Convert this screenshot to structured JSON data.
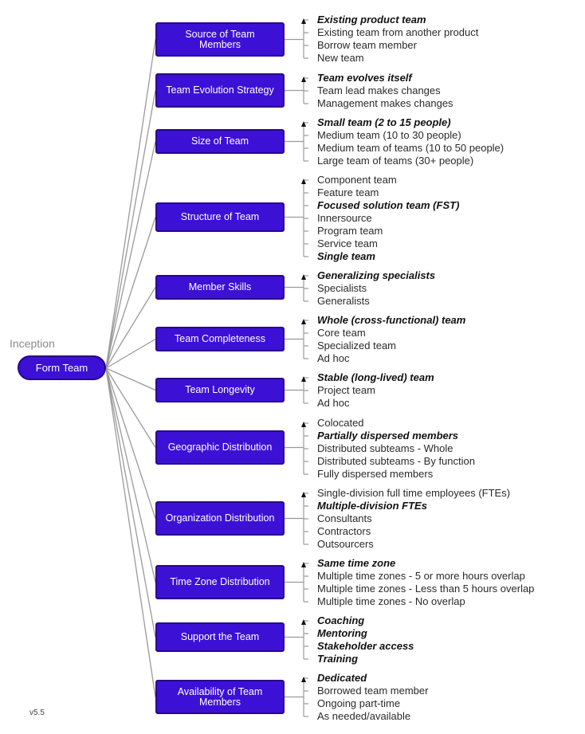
{
  "phase": "Inception",
  "goal": "Form Team",
  "version": "v5.5",
  "colors": {
    "box_fill": "#3d10d6",
    "box_border": "#28048f",
    "connector": "#9a9a9a",
    "phase_text": "#8a8a8a"
  },
  "factors": [
    {
      "label": "Source of Team Members",
      "options": [
        {
          "text": "Existing product team",
          "default": true
        },
        {
          "text": "Existing team from another product",
          "default": false
        },
        {
          "text": "Borrow team member",
          "default": false
        },
        {
          "text": "New team",
          "default": false
        }
      ]
    },
    {
      "label": "Team Evolution Strategy",
      "options": [
        {
          "text": "Team evolves itself",
          "default": true
        },
        {
          "text": "Team lead makes changes",
          "default": false
        },
        {
          "text": "Management makes changes",
          "default": false
        }
      ]
    },
    {
      "label": "Size of Team",
      "options": [
        {
          "text": "Small team (2 to 15 people)",
          "default": true
        },
        {
          "text": "Medium team (10 to 30 people)",
          "default": false
        },
        {
          "text": "Medium team of teams (10 to 50 people)",
          "default": false
        },
        {
          "text": "Large team of teams (30+ people)",
          "default": false
        }
      ]
    },
    {
      "label": "Structure of Team",
      "options": [
        {
          "text": "Component team",
          "default": false
        },
        {
          "text": "Feature team",
          "default": false
        },
        {
          "text": "Focused solution team (FST)",
          "default": true
        },
        {
          "text": "Innersource",
          "default": false
        },
        {
          "text": "Program team",
          "default": false
        },
        {
          "text": "Service team",
          "default": false
        },
        {
          "text": "Single team",
          "default": true
        }
      ]
    },
    {
      "label": "Member Skills",
      "options": [
        {
          "text": "Generalizing specialists",
          "default": true
        },
        {
          "text": "Specialists",
          "default": false
        },
        {
          "text": "Generalists",
          "default": false
        }
      ]
    },
    {
      "label": "Team Completeness",
      "options": [
        {
          "text": "Whole (cross-functional) team",
          "default": true
        },
        {
          "text": "Core team",
          "default": false
        },
        {
          "text": "Specialized team",
          "default": false
        },
        {
          "text": "Ad hoc",
          "default": false
        }
      ]
    },
    {
      "label": "Team Longevity",
      "options": [
        {
          "text": "Stable (long-lived) team",
          "default": true
        },
        {
          "text": "Project team",
          "default": false
        },
        {
          "text": "Ad hoc",
          "default": false
        }
      ]
    },
    {
      "label": "Geographic Distribution",
      "options": [
        {
          "text": "Colocated",
          "default": false
        },
        {
          "text": "Partially dispersed members",
          "default": true
        },
        {
          "text": "Distributed subteams - Whole",
          "default": false
        },
        {
          "text": "Distributed subteams - By function",
          "default": false
        },
        {
          "text": "Fully dispersed members",
          "default": false
        }
      ]
    },
    {
      "label": "Organization Distribution",
      "options": [
        {
          "text": "Single-division full time employees (FTEs)",
          "default": false
        },
        {
          "text": "Multiple-division FTEs",
          "default": true
        },
        {
          "text": "Consultants",
          "default": false
        },
        {
          "text": "Contractors",
          "default": false
        },
        {
          "text": "Outsourcers",
          "default": false
        }
      ]
    },
    {
      "label": "Time Zone Distribution",
      "options": [
        {
          "text": "Same time zone",
          "default": true
        },
        {
          "text": "Multiple time zones - 5 or more hours overlap",
          "default": false
        },
        {
          "text": "Multiple time zones - Less than 5 hours overlap",
          "default": false
        },
        {
          "text": "Multiple time zones - No overlap",
          "default": false
        }
      ]
    },
    {
      "label": "Support the Team",
      "options": [
        {
          "text": "Coaching",
          "default": true
        },
        {
          "text": "Mentoring",
          "default": true
        },
        {
          "text": "Stakeholder access",
          "default": true
        },
        {
          "text": "Training",
          "default": true
        }
      ]
    },
    {
      "label": "Availability of Team Members",
      "options": [
        {
          "text": "Dedicated",
          "default": true
        },
        {
          "text": "Borrowed team member",
          "default": false
        },
        {
          "text": "Ongoing part-time",
          "default": false
        },
        {
          "text": "As needed/available",
          "default": false
        }
      ]
    }
  ]
}
